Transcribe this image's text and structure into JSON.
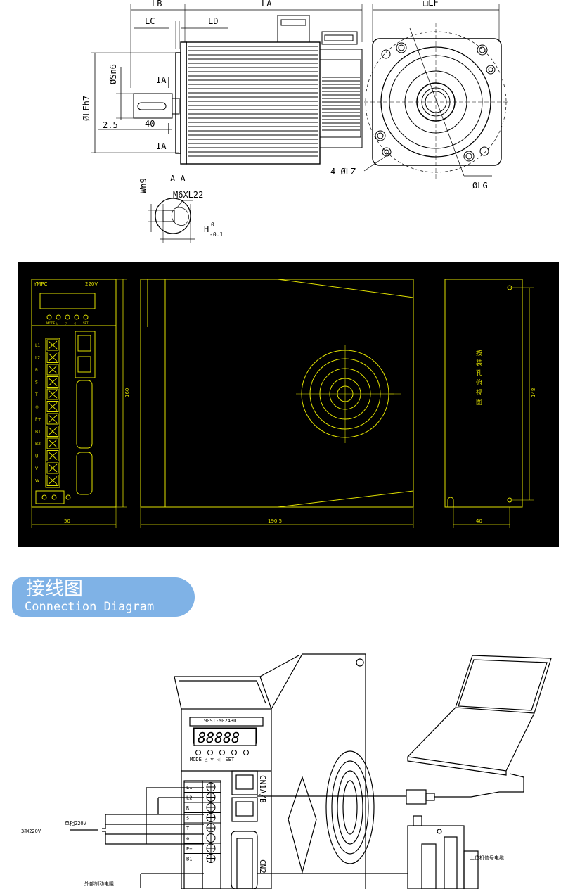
{
  "motor": {
    "dims": {
      "lb": "LB",
      "la": "LA",
      "lf": "□LF",
      "lc": "LC",
      "ld": "LD",
      "sn": "ØSn6",
      "le": "ØLEh7",
      "ia_top": "IA",
      "ia_bottom": "IA",
      "d25": "2.5",
      "d40": "40",
      "aa": "A-A",
      "lz": "4-ØLZ",
      "lg": "ØLG",
      "wn": "Wn9",
      "m6": "M6XL22",
      "h": "H",
      "h_sup": "0",
      "h_sub": "-0.1"
    }
  },
  "driver": {
    "brand": "YMPC",
    "voltage": "220V",
    "buttons": [
      "MODE",
      "△",
      "▽",
      "◁",
      "SET"
    ],
    "terminals": [
      "L1",
      "L2",
      "R",
      "S",
      "T",
      "⊖",
      "P+",
      "B1",
      "B2",
      "U",
      "V",
      "W"
    ],
    "dim_height": "160",
    "dim_width": "50",
    "dim_depth": "190,5",
    "dim_mount_height": "148",
    "dim_mount_width": "40",
    "mount_note": [
      "按",
      "装",
      "孔",
      "俯",
      "视",
      "图"
    ]
  },
  "banner": {
    "title_cn": "接线图",
    "title_en": "Connection Diagram"
  },
  "wiring": {
    "model": "90ST-M02430",
    "display": "88888",
    "buttons": "MODE △  ▽  ◁| SET",
    "terminals": [
      "L1",
      "L2",
      "R",
      "S",
      "T",
      "⊖",
      "P+",
      "B1"
    ],
    "cn1": "CN1A/B",
    "cn2": "CN2",
    "power_label": "3相220V",
    "single_label": "单相220V",
    "brake_label": "外部制动电阻",
    "encoder_label": "上位机信号电缆"
  },
  "colors": {
    "banner": "#7fb2e6",
    "cad_line": "#e0e000",
    "cad_bg": "#000000"
  }
}
